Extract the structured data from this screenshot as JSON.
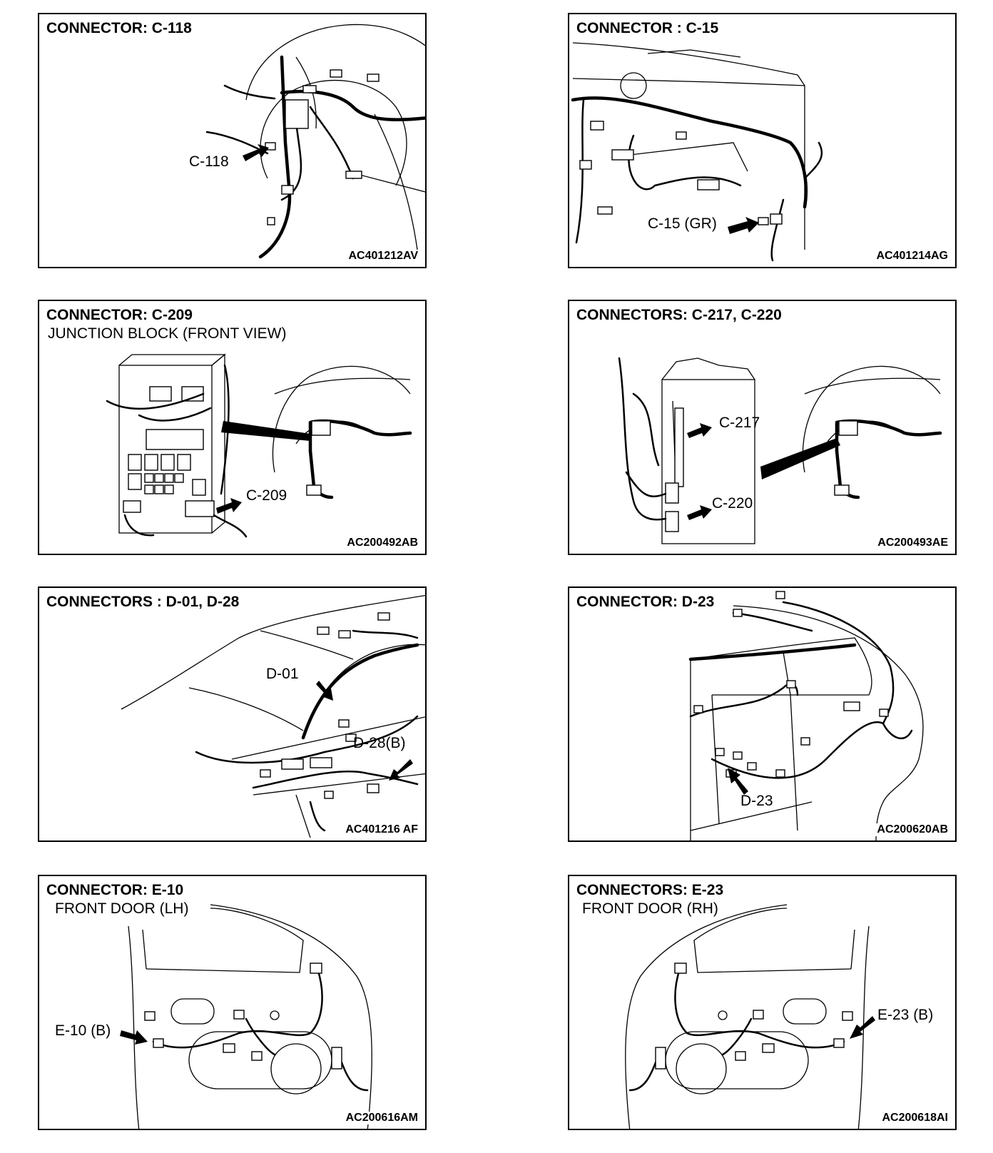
{
  "panels": [
    {
      "title": "CONNECTOR: C-118",
      "subtitle": "",
      "callouts": [
        "C-118"
      ],
      "code": "AC401212AV"
    },
    {
      "title": "CONNECTOR : C-15",
      "subtitle": "",
      "callouts": [
        "C-15 (GR)"
      ],
      "code": "AC401214AG"
    },
    {
      "title": "CONNECTOR: C-209",
      "subtitle": "JUNCTION BLOCK (FRONT VIEW)",
      "callouts": [
        "C-209"
      ],
      "code": "AC200492AB"
    },
    {
      "title": "CONNECTORS: C-217, C-220",
      "subtitle": "",
      "callouts": [
        "C-217",
        "C-220"
      ],
      "code": "AC200493AE"
    },
    {
      "title": "CONNECTORS : D-01, D-28",
      "subtitle": "",
      "callouts": [
        "D-01",
        "D-28(B)"
      ],
      "code": "AC401216 AF"
    },
    {
      "title": "CONNECTOR: D-23",
      "subtitle": "",
      "callouts": [
        "D-23"
      ],
      "code": "AC200620AB"
    },
    {
      "title": "CONNECTOR: E-10",
      "subtitle": "FRONT DOOR (LH)",
      "callouts": [
        "E-10 (B)"
      ],
      "code": "AC200616AM"
    },
    {
      "title": "CONNECTORS: E-23",
      "subtitle": "FRONT DOOR (RH)",
      "callouts": [
        "E-23 (B)"
      ],
      "code": "AC200618AI"
    }
  ]
}
